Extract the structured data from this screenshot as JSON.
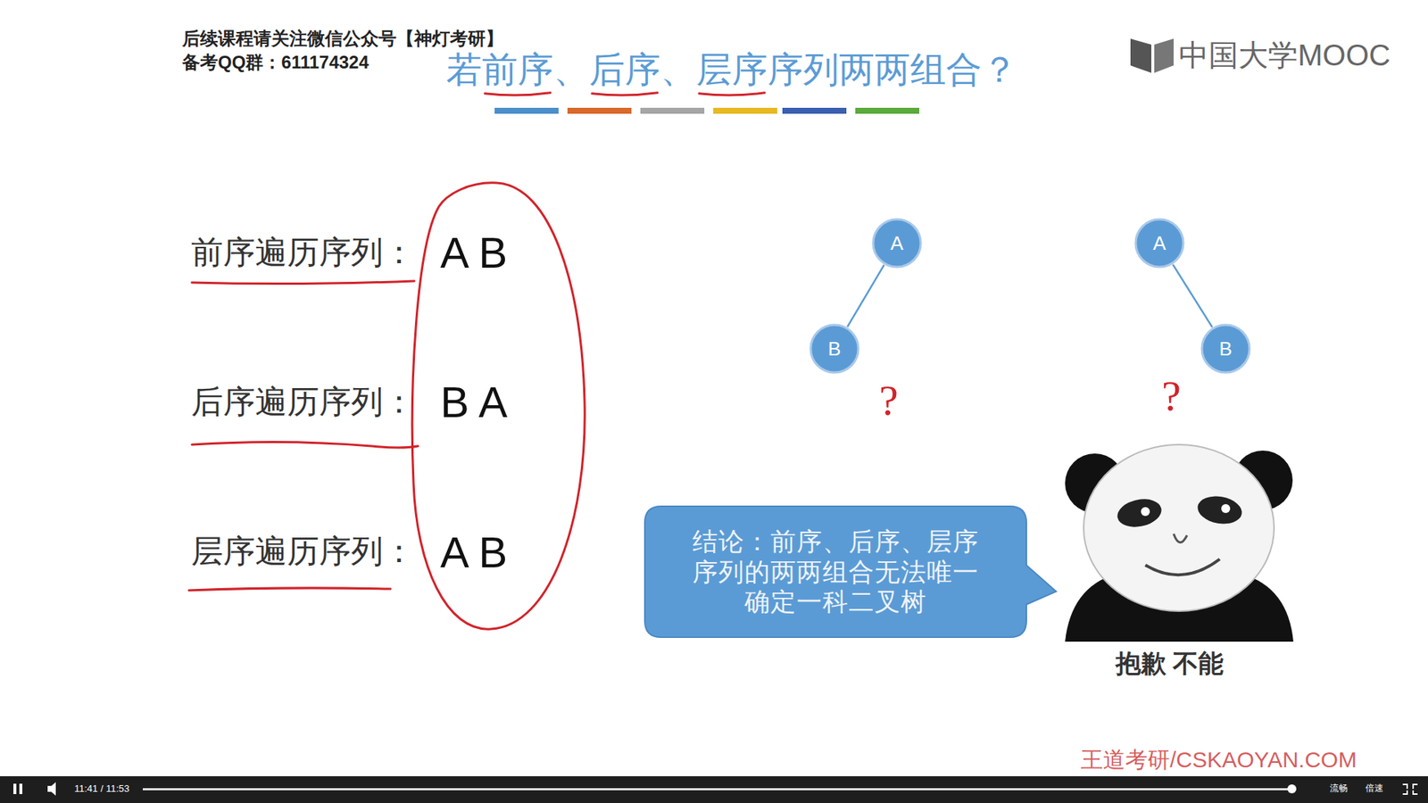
{
  "diagram": {
    "title": "若前序、后序、层序序列两两组合？",
    "nodes": [
      {
        "text": [
          "A"
        ]
      },
      {
        "text": [
          "B"
        ]
      },
      {
        "text": [
          "A"
        ]
      },
      {
        "text": [
          "B"
        ]
      },
      {
        "text": [
          "结论：前序、后序、层序序列的两两组合无法唯一确定一科二叉树"
        ]
      }
    ],
    "edges": [
      {
        "from": 0,
        "to": 1,
        "arrow": "none"
      },
      {
        "from": 2,
        "to": 3,
        "arrow": "none"
      }
    ],
    "labels": [
      "后续课程请关注微信公众号【神灯考研】",
      "备考QQ群：611174324",
      "中国大学MOOC",
      "前序遍历序列：",
      "A B",
      "后序遍历序列：",
      "B A",
      "层序遍历序列：",
      "A B",
      "?",
      "?",
      "抱歉 不能",
      "11:41 / 11:53",
      "流畅",
      "倍速",
      "王道考研/CSKAOYAN.COM"
    ]
  }
}
